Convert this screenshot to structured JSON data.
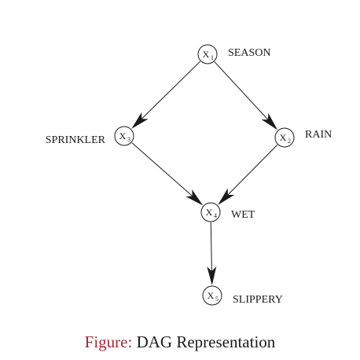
{
  "diagram": {
    "nodes": [
      {
        "id": "x1",
        "var": "X",
        "sub": "1",
        "label": "SEASON"
      },
      {
        "id": "x2",
        "var": "X",
        "sub": "2",
        "label": "RAIN"
      },
      {
        "id": "x3",
        "var": "X",
        "sub": "3",
        "label": "SPRINKLER"
      },
      {
        "id": "x4",
        "var": "X",
        "sub": "4",
        "label": "WET"
      },
      {
        "id": "x5",
        "var": "X",
        "sub": "5",
        "label": "SLIPPERY"
      }
    ],
    "edges": [
      {
        "from": "x1",
        "to": "x3"
      },
      {
        "from": "x1",
        "to": "x2"
      },
      {
        "from": "x3",
        "to": "x4"
      },
      {
        "from": "x2",
        "to": "x4"
      },
      {
        "from": "x4",
        "to": "x5"
      }
    ]
  },
  "caption": {
    "prefix": "Figure:",
    "text": "DAG Representation"
  },
  "colors": {
    "caption_prefix": "#a02b3a",
    "ink": "#1a1a1a"
  }
}
